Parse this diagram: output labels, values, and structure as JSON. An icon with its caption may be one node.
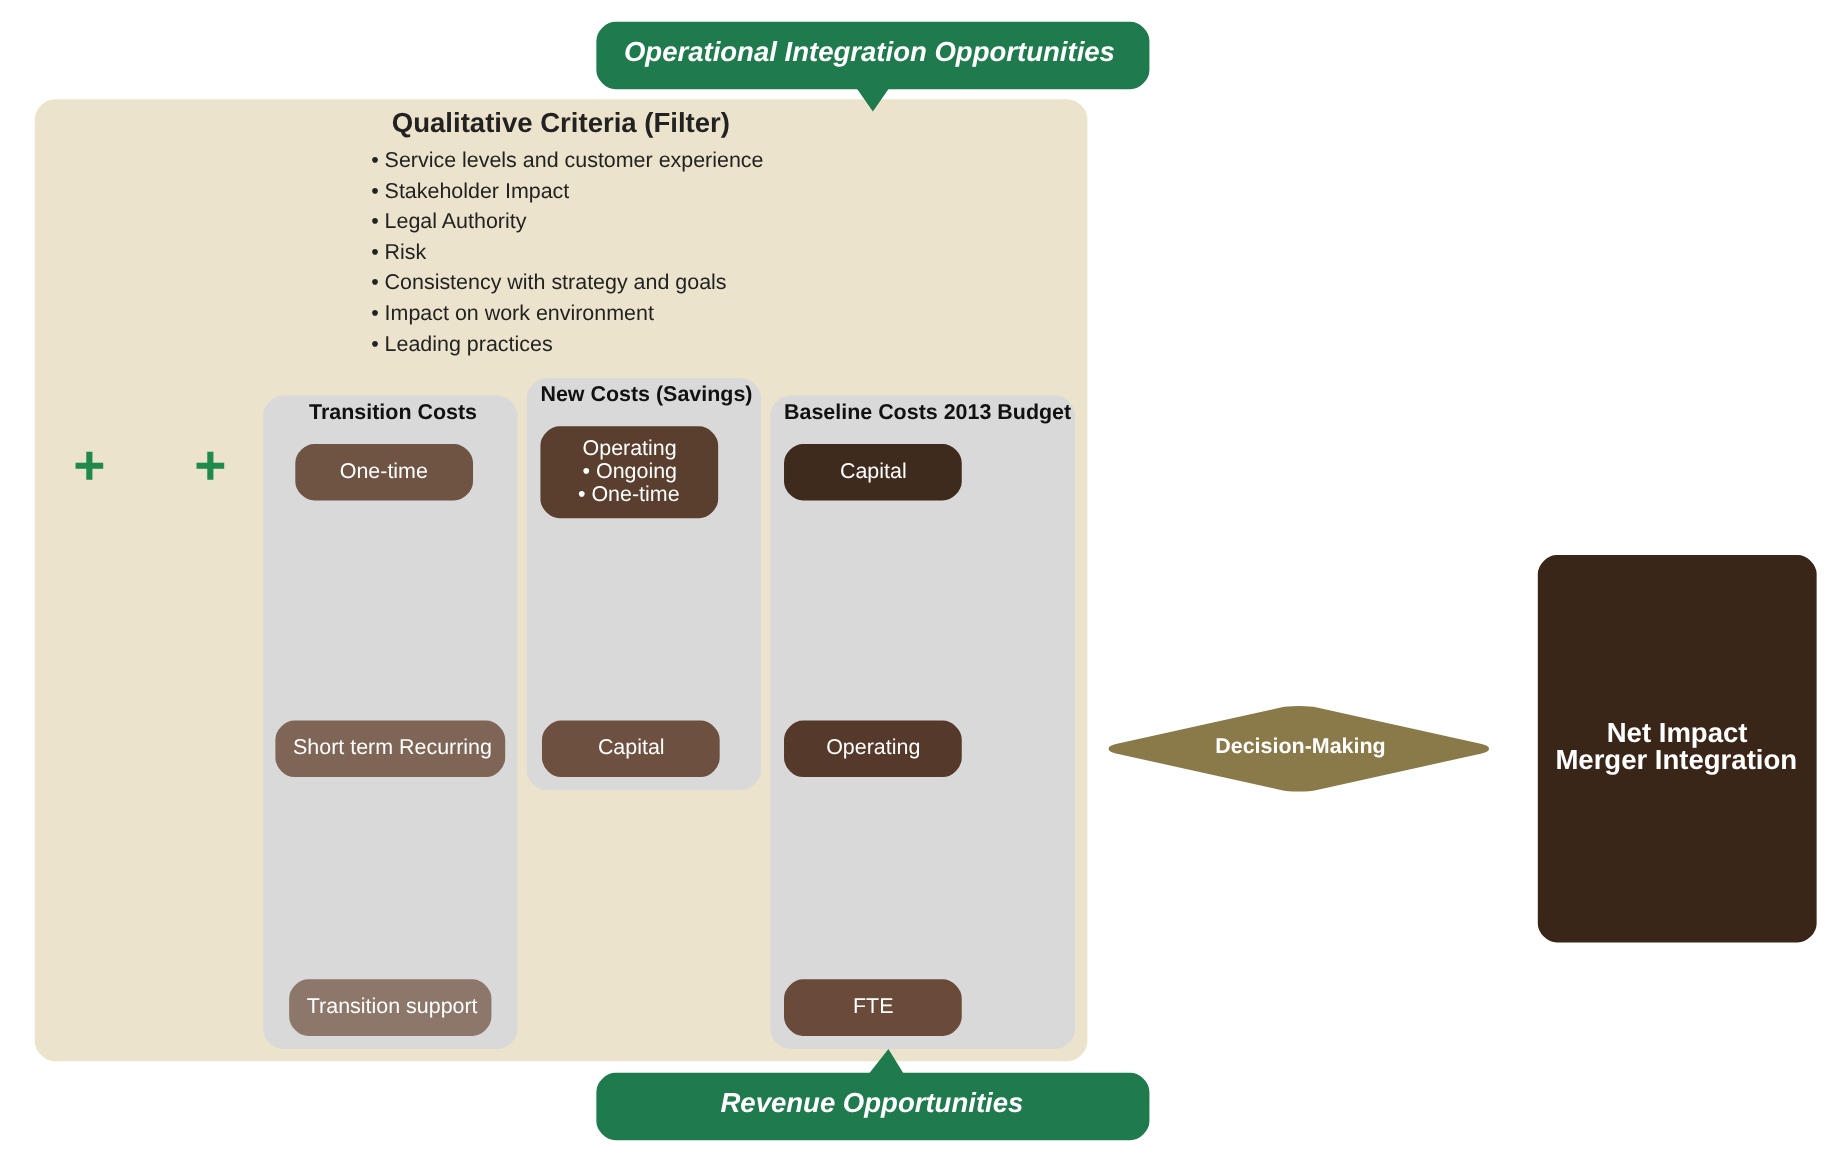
{
  "diagram": {
    "nodes": [
      {
        "text": [
          "Operational Integration Opportunities"
        ]
      },
      {
        "text": [
          "Qualitative Criteria (Filter)",
          "• Service levels and customer experience",
          "• Stakeholder Impact",
          "• Legal Authority",
          "• Risk",
          "• Consistency with strategy and goals",
          "• Impact on work environment",
          "• Leading practices"
        ]
      },
      {
        "text": [
          "Baseline Costs 2013 Budget"
        ],
        "in": 1
      },
      {
        "text": [
          "Capital"
        ],
        "in": 2
      },
      {
        "text": [
          "Operating"
        ],
        "in": 2
      },
      {
        "text": [
          "FTE"
        ],
        "in": 2
      },
      {
        "text": [
          "New Costs (Savings)"
        ],
        "in": 1
      },
      {
        "text": [
          "Operating",
          "• Ongoing",
          "• One-time"
        ],
        "in": 6
      },
      {
        "text": [
          "Capital"
        ],
        "in": 6
      },
      {
        "text": [
          "Transition Costs"
        ],
        "in": 1
      },
      {
        "text": [
          "One-time"
        ],
        "in": 9
      },
      {
        "text": [
          "Short term Recurring"
        ],
        "in": 9
      },
      {
        "text": [
          "Transition support"
        ],
        "in": 9
      },
      {
        "text": [
          "Decision-Making"
        ]
      },
      {
        "text": [
          "Net Impact",
          "Merger Integration"
        ]
      },
      {
        "text": [
          "Revenue Opportunities"
        ]
      }
    ],
    "edges": [
      {
        "from": 0,
        "to": 1,
        "arrow": "to"
      },
      {
        "from": 15,
        "to": 1,
        "arrow": "to"
      }
    ],
    "labels": [
      "+",
      "+"
    ]
  }
}
